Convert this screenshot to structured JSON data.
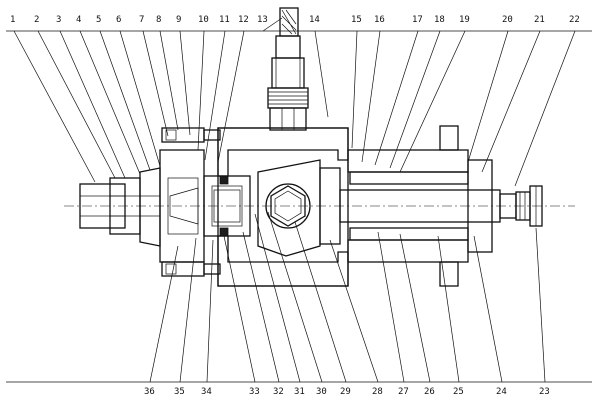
{
  "top_labels": [
    "1",
    "2",
    "3",
    "4",
    "5",
    "6",
    "7",
    "8",
    "9",
    "10",
    "11",
    "12",
    "13",
    "14",
    "15",
    "16",
    "17",
    "18",
    "19",
    "20",
    "21",
    "22"
  ],
  "bottom_labels": [
    "36",
    "35",
    "34",
    "33",
    "32",
    "31",
    "30",
    "29",
    "28",
    "27",
    "26",
    "25",
    "24",
    "23"
  ]
}
